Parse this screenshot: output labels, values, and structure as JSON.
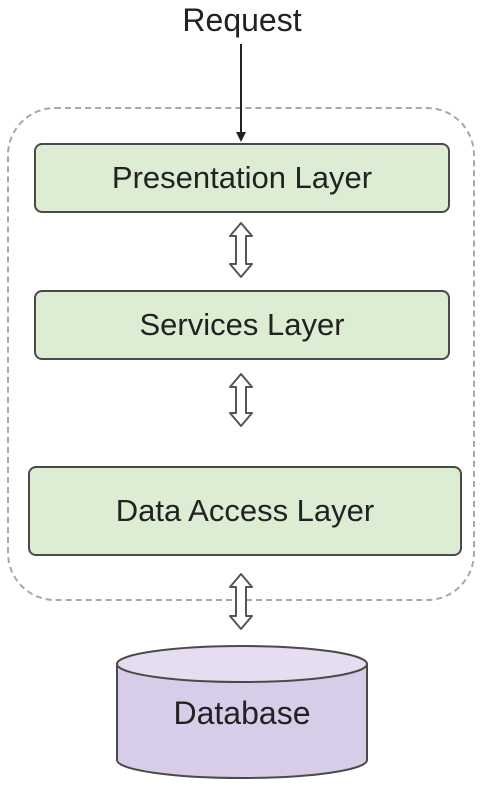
{
  "diagram": {
    "request_label": "Request",
    "layers": {
      "presentation": "Presentation Layer",
      "services": "Services Layer",
      "data_access": "Data Access Layer"
    },
    "database_label": "Database"
  },
  "colors": {
    "layer_fill": "#dcedd4",
    "layer_border": "#4a4a4a",
    "database_fill": "#d8cde8",
    "boundary_dash": "#a8a8a8"
  }
}
